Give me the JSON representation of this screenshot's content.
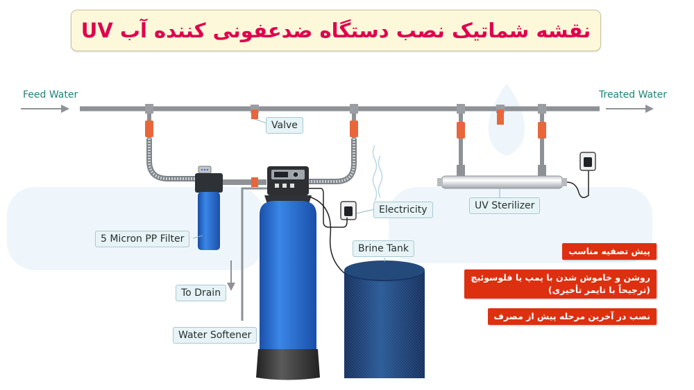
{
  "title": "نقشه شماتیک نصب دستگاه ضدعفونی کننده آب UV",
  "flow": {
    "in": "Feed Water",
    "out": "Treated Water"
  },
  "labels": {
    "valve": "Valve",
    "electricity": "Electricity",
    "uv": "UV Sterilizer",
    "pp_filter": "5 Micron PP Filter",
    "brine": "Brine Tank",
    "drain": "To Drain",
    "softener": "Water Softener"
  },
  "notes": [
    {
      "lines": [
        "پیش تصفیه مناسب"
      ]
    },
    {
      "lines": [
        "روشن و خاموش شدن با پمپ یا فلوسوئیچ",
        "(ترجیحاً با تایمر تأخیری)"
      ]
    },
    {
      "lines": [
        "نصب در آخرین مرحله پیش از مصرف"
      ]
    }
  ],
  "colors": {
    "pipe": "#8e9296",
    "valve": "#e8663a",
    "tank_blue": "#2465c8",
    "brine_navy": "#1d3a6c",
    "title_text": "#e0004d",
    "note_bg": "#dd3011",
    "label_text": "#1e8276"
  }
}
